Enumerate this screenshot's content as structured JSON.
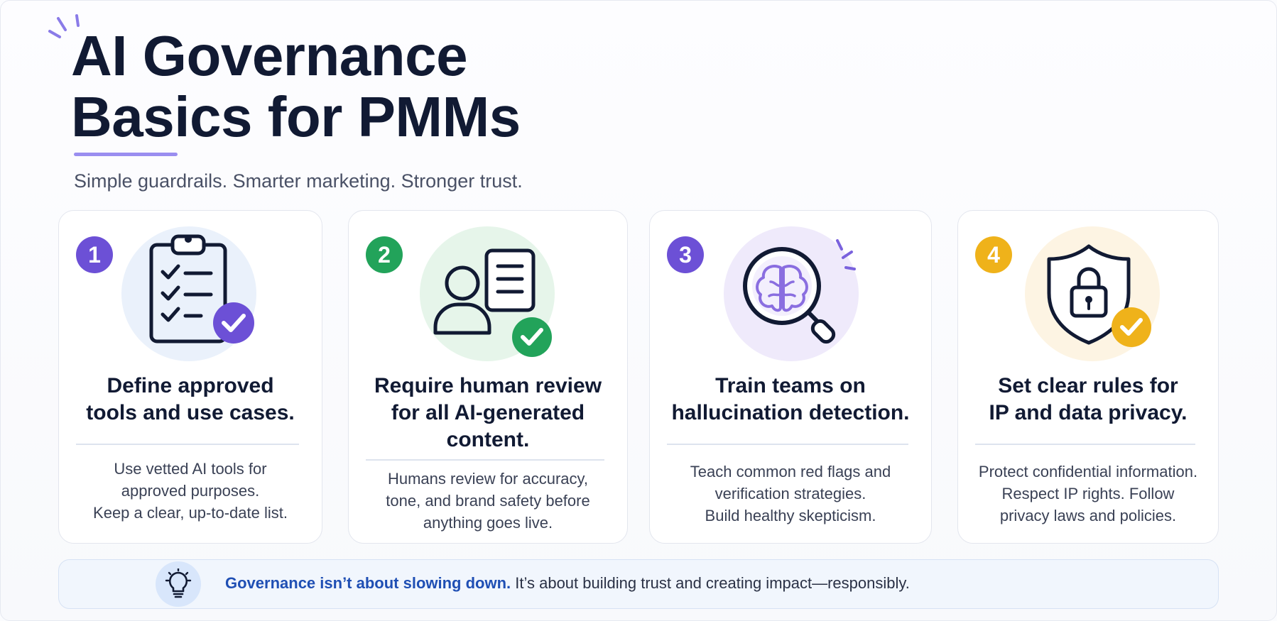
{
  "header": {
    "title_line1": "AI Governance",
    "title_line2": "Basics for PMMs",
    "subtitle": "Simple guardrails. Smarter marketing. Stronger trust."
  },
  "colors": {
    "purple": "#6c50d6",
    "green": "#22a35a",
    "violet": "#7a62dd",
    "amber": "#efb21a",
    "navy": "#111a33",
    "footer_blue": "#1f4fb4"
  },
  "cards": [
    {
      "number": "1",
      "icon": "clipboard-checklist-icon",
      "title": "Define approved\ntools and use cases.",
      "body": "Use vetted AI tools for\napproved purposes.\nKeep a clear, up-to-date list."
    },
    {
      "number": "2",
      "icon": "person-review-icon",
      "title": "Require human review\nfor all AI-generated\ncontent.",
      "body": "Humans review for accuracy,\ntone, and brand safety before\nanything goes live."
    },
    {
      "number": "3",
      "icon": "magnifier-brain-icon",
      "title": "Train teams on\nhallucination detection.",
      "body": "Teach common red flags and\nverification strategies.\nBuild healthy skepticism."
    },
    {
      "number": "4",
      "icon": "shield-lock-icon",
      "title": "Set clear rules for\nIP and data privacy.",
      "body": "Protect confidential information.\nRespect IP rights. Follow\nprivacy laws and policies."
    }
  ],
  "footer": {
    "icon": "lightbulb-icon",
    "strong": "Governance isn’t about slowing down.",
    "rest": " It’s about building trust and creating impact—responsibly."
  }
}
